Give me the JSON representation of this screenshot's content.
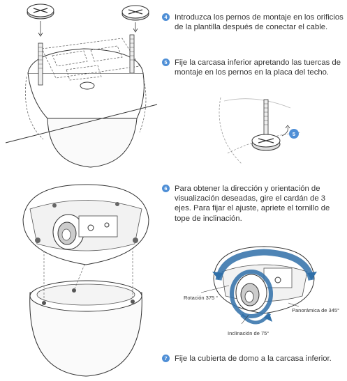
{
  "steps": [
    {
      "number": "4",
      "text": "Introduzca los pernos de montaje en los orificios de la plantilla después de conectar el cable."
    },
    {
      "number": "5",
      "text": "Fije la carcasa inferior apretando las tuercas de montaje en los pernos en la placa del techo."
    },
    {
      "number": "6",
      "text": "Para obtener la dirección y orientación de visualización deseadas, gire el cardán de 3 ejes. Para fijar el ajuste, apriete el tornillo de tope de inclinación."
    },
    {
      "number": "7",
      "text": "Fije la cubierta de domo a la carcasa inferior."
    }
  ],
  "detail_badge": "5",
  "gimbal_labels": {
    "rotation": "Rotación 375 °",
    "pan": "Panorámica de 345°",
    "tilt": "Inclinación de 75°"
  },
  "colors": {
    "accent": "#4f8fd6",
    "arrow": "#2f6fa8",
    "line": "#333333"
  }
}
